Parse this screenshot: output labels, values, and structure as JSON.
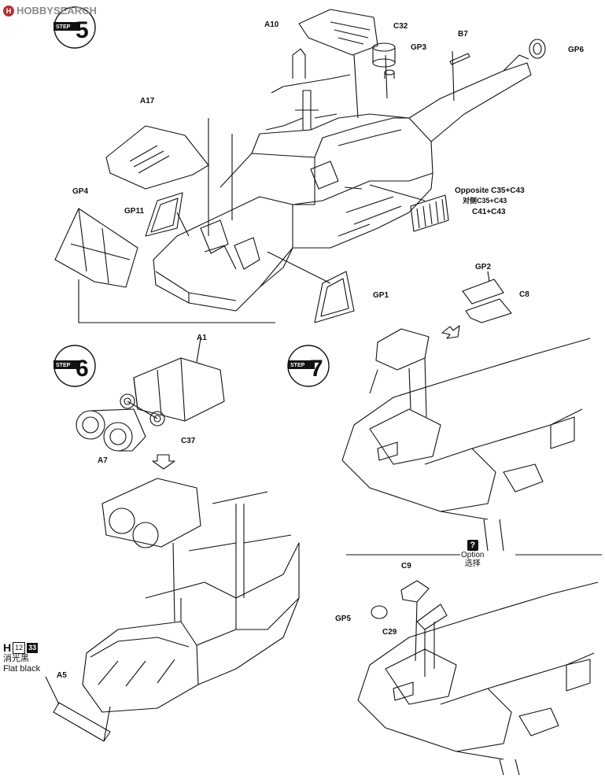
{
  "watermark": {
    "logo_text": "H",
    "text": "HOBBYSEARCH"
  },
  "steps": {
    "step5": {
      "word": "STEP",
      "number": "5"
    },
    "step6": {
      "word": "STEP",
      "number": "6"
    },
    "step7": {
      "word": "STEP",
      "number": "7"
    }
  },
  "labels": {
    "a10": "A10",
    "c32": "C32",
    "gp3": "GP3",
    "b7": "B7",
    "gp6": "GP6",
    "a17": "A17",
    "gp4": "GP4",
    "gp11": "GP11",
    "opposite": "Opposite C35+C43",
    "opposite_cn": "对侧C35+C43",
    "c41": "C41+C43",
    "gp1": "GP1",
    "gp2": "GP2",
    "c8": "C8",
    "a1": "A1",
    "c37": "C37",
    "a7": "A7",
    "c9": "C9",
    "gp5": "GP5",
    "c29": "C29",
    "a5": "A5"
  },
  "option": {
    "icon": "?",
    "text_en": "Option",
    "text_cn": "选择"
  },
  "paint": {
    "letter": "H",
    "code1": "12",
    "code2": "33",
    "name_cn": "消光黑",
    "name_en": "Flat black"
  },
  "colors": {
    "ink": "#111111",
    "paper": "#ffffff",
    "watermark": "#8a8a8a",
    "logo": "#b23030"
  }
}
